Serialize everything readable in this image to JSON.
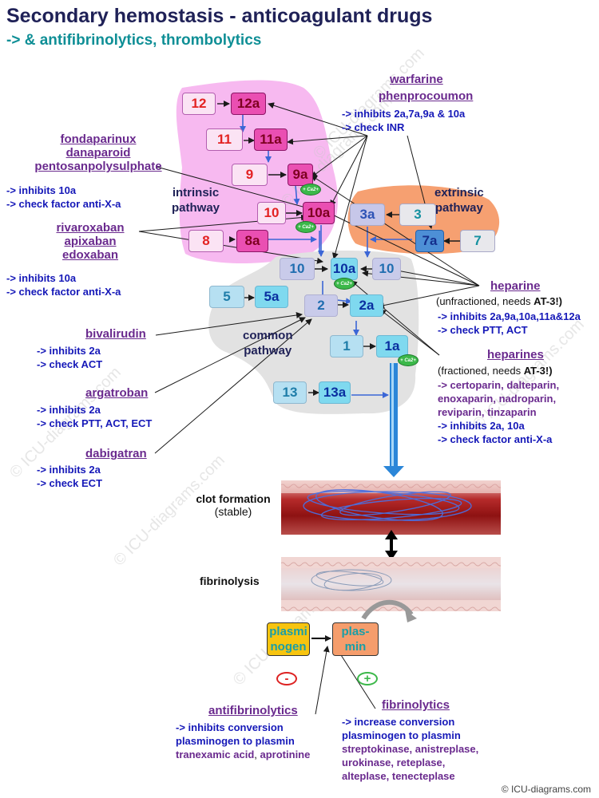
{
  "title": "Secondary hemostasis - anticoagulant drugs",
  "subtitle": "-> & antifibrinolytics, thrombolytics",
  "pathways": {
    "intrinsic": [
      "intrinsic",
      "pathway"
    ],
    "extrinsic": [
      "extrinsic",
      "pathway"
    ],
    "common": [
      "common",
      "pathway"
    ]
  },
  "factors": {
    "f12": "12",
    "f12a": "12a",
    "f11": "11",
    "f11a": "11a",
    "f9": "9",
    "f9a": "9a",
    "f10i": "10",
    "f10ia": "10a",
    "f8": "8",
    "f8a": "8a",
    "f3": "3",
    "f3a": "3a",
    "f7": "7",
    "f7a": "7a",
    "f10c": "10",
    "f10ca": "10a",
    "f10e": "10",
    "f5": "5",
    "f5a": "5a",
    "f2": "2",
    "f2a": "2a",
    "f1": "1",
    "f1a": "1a",
    "f13": "13",
    "f13a": "13a"
  },
  "calcium_label": "+ Ca2+",
  "drugs": {
    "warfarine": {
      "names": [
        "warfarine",
        "phenprocoumon"
      ],
      "effects": [
        "-> inhibits 2a,7a,9a & 10a",
        "-> check INR"
      ]
    },
    "fondaparinux": {
      "names": [
        "fondaparinux",
        "danaparoid",
        "pentosanpolysulphate"
      ],
      "effects": [
        "-> inhibits 10a",
        "-> check factor anti-X-a"
      ]
    },
    "rivaroxaban": {
      "names": [
        "rivaroxaban",
        "apixaban",
        "edoxaban"
      ],
      "effects": [
        "-> inhibits 10a",
        "-> check factor anti-X-a"
      ]
    },
    "heparine": {
      "name": "heparine",
      "note_plain": "(unfractioned, needs ",
      "note_bold": "AT-3!)",
      "effects": [
        "-> inhibits 2a,9a,10a,11a&12a",
        "-> check PTT, ACT"
      ]
    },
    "heparines": {
      "name": "heparines",
      "note_plain": "(fractioned, needs ",
      "note_bold": "AT-3!)",
      "drugs_list": [
        "-> certoparin, dalteparin,",
        "enoxaparin, nadroparin,",
        "reviparin, tinzaparin"
      ],
      "effects": [
        "-> inhibits 2a, 10a",
        "-> check factor anti-X-a"
      ]
    },
    "bivalirudin": {
      "name": "bivalirudin",
      "effects": [
        "-> inhibits 2a",
        "-> check ACT"
      ]
    },
    "argatroban": {
      "name": "argatroban",
      "effects": [
        "-> inhibits 2a",
        "-> check PTT, ACT, ECT"
      ]
    },
    "dabigatran": {
      "name": "dabigatran",
      "effects": [
        "-> inhibits 2a",
        "-> check ECT"
      ]
    }
  },
  "clot": {
    "title": "clot formation",
    "sub": "(stable)"
  },
  "fibrinolysis": "fibrinolysis",
  "plasminogen": [
    "plasmi",
    "nogen"
  ],
  "plasmin": [
    "plas-",
    "min"
  ],
  "signs": {
    "minus": "-",
    "plus": "+"
  },
  "antifibrinolytics": {
    "name": "antifibrinolytics",
    "lines": [
      "-> inhibits conversion",
      "plasminogen to plasmin"
    ],
    "drug1": "tranexamic acid",
    "sep": ", ",
    "drug2": "aprotinine"
  },
  "fibrinolytics": {
    "name": "fibrinolytics",
    "lines": [
      "-> increase conversion",
      "plasminogen to plasmin"
    ],
    "drugs_list": [
      "streptokinase, anistreplase,",
      "urokinase, reteplase,",
      "alteplase, tenecteplase"
    ]
  },
  "copyright": "© ICU-diagrams.com",
  "watermark": "© ICU-diagrams.com",
  "colors": {
    "title": "#1f2157",
    "subtitle": "#0f8f96",
    "drug": "#6a2a8e",
    "effect": "#1518b8",
    "intrinsic_bg": "#f7b9f0",
    "extrinsic_bg": "#f6a071",
    "common_bg": "#e2e2e2"
  }
}
